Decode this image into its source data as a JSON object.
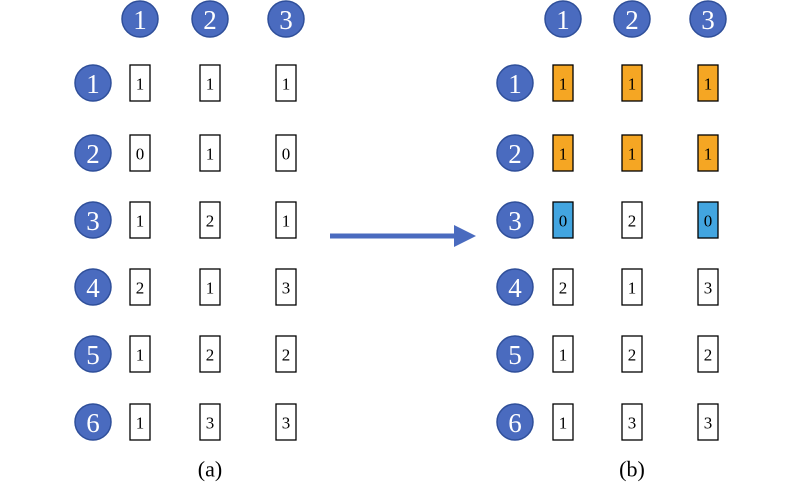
{
  "colors": {
    "circle": "#4a6bbf",
    "arrow": "#4a6bbf",
    "cell_default": "#ffffff",
    "cell_orange": "#f5a623",
    "cell_blue": "#42a5e0"
  },
  "panels": [
    {
      "caption": "(a)",
      "column_labels": [
        "1",
        "2",
        "3"
      ],
      "row_labels": [
        "1",
        "2",
        "3",
        "4",
        "5",
        "6"
      ],
      "cells": [
        [
          {
            "value": "1",
            "fill": "white"
          },
          {
            "value": "1",
            "fill": "white"
          },
          {
            "value": "1",
            "fill": "white"
          }
        ],
        [
          {
            "value": "0",
            "fill": "white"
          },
          {
            "value": "1",
            "fill": "white"
          },
          {
            "value": "0",
            "fill": "white"
          }
        ],
        [
          {
            "value": "1",
            "fill": "white"
          },
          {
            "value": "2",
            "fill": "white"
          },
          {
            "value": "1",
            "fill": "white"
          }
        ],
        [
          {
            "value": "2",
            "fill": "white"
          },
          {
            "value": "1",
            "fill": "white"
          },
          {
            "value": "3",
            "fill": "white"
          }
        ],
        [
          {
            "value": "1",
            "fill": "white"
          },
          {
            "value": "2",
            "fill": "white"
          },
          {
            "value": "2",
            "fill": "white"
          }
        ],
        [
          {
            "value": "1",
            "fill": "white"
          },
          {
            "value": "3",
            "fill": "white"
          },
          {
            "value": "3",
            "fill": "white"
          }
        ]
      ]
    },
    {
      "caption": "(b)",
      "column_labels": [
        "1",
        "2",
        "3"
      ],
      "row_labels": [
        "1",
        "2",
        "3",
        "4",
        "5",
        "6"
      ],
      "cells": [
        [
          {
            "value": "1",
            "fill": "orange"
          },
          {
            "value": "1",
            "fill": "orange"
          },
          {
            "value": "1",
            "fill": "orange"
          }
        ],
        [
          {
            "value": "1",
            "fill": "orange"
          },
          {
            "value": "1",
            "fill": "orange"
          },
          {
            "value": "1",
            "fill": "orange"
          }
        ],
        [
          {
            "value": "0",
            "fill": "blue"
          },
          {
            "value": "2",
            "fill": "white"
          },
          {
            "value": "0",
            "fill": "blue"
          }
        ],
        [
          {
            "value": "2",
            "fill": "white"
          },
          {
            "value": "1",
            "fill": "white"
          },
          {
            "value": "3",
            "fill": "white"
          }
        ],
        [
          {
            "value": "1",
            "fill": "white"
          },
          {
            "value": "2",
            "fill": "white"
          },
          {
            "value": "2",
            "fill": "white"
          }
        ],
        [
          {
            "value": "1",
            "fill": "white"
          },
          {
            "value": "3",
            "fill": "white"
          },
          {
            "value": "3",
            "fill": "white"
          }
        ]
      ]
    }
  ]
}
